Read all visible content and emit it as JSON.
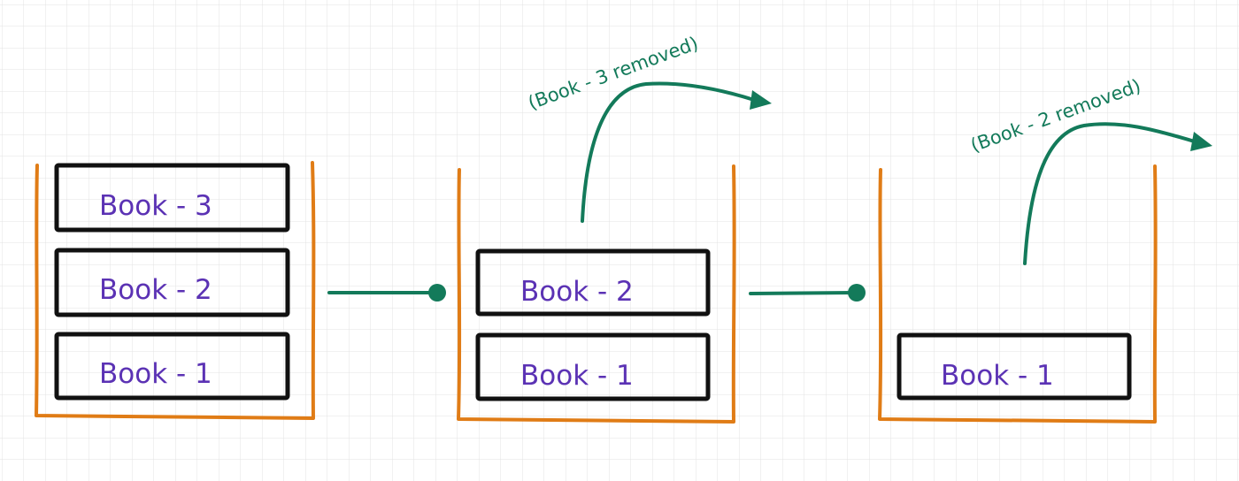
{
  "colors": {
    "grid": "#e3e3e3",
    "container": "#e07c16",
    "book_border": "#111111",
    "book_text": "#5b32b4",
    "arrow": "#137a5a"
  },
  "stacks": [
    {
      "books": [
        "Book - 3",
        "Book - 2",
        "Book - 1"
      ]
    },
    {
      "books": [
        "Book - 2",
        "Book - 1"
      ]
    },
    {
      "books": [
        "Book - 1"
      ]
    }
  ],
  "annotations": [
    {
      "text": "(Book - 3 removed)"
    },
    {
      "text": "(Book - 2 removed)"
    }
  ]
}
